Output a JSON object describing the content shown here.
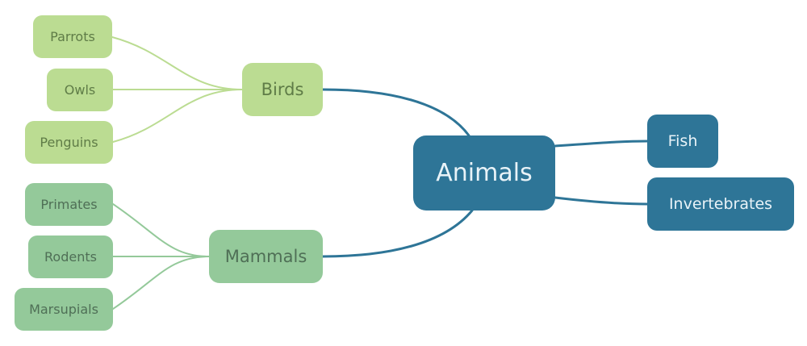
{
  "root": {
    "label": "Animals"
  },
  "branches": [
    {
      "id": "birds",
      "label": "Birds",
      "children": [
        "Parrots",
        "Owls",
        "Penguins"
      ]
    },
    {
      "id": "mammals",
      "label": "Mammals",
      "children": [
        "Primates",
        "Rodents",
        "Marsupials"
      ]
    },
    {
      "id": "fish",
      "label": "Fish",
      "children": []
    },
    {
      "id": "invertebrates",
      "label": "Invertebrates",
      "children": []
    }
  ],
  "colors": {
    "root_fill": "#2e7597",
    "root_text": "#e9f3f8",
    "sea_fill": "#2e7597",
    "sea_text": "#e9f3f8",
    "sea_link": "#2e7597",
    "birds_fill": "#bbdc92",
    "birds_text": "#5f7c47",
    "birds_link": "#bbdc92",
    "mammals_fill": "#94c99a",
    "mammals_text": "#4f6f56",
    "mammals_link": "#94c99a"
  }
}
